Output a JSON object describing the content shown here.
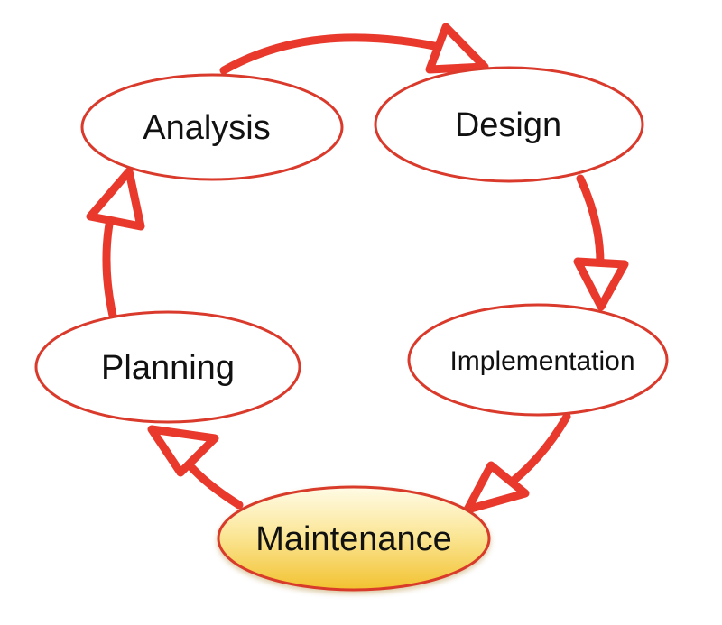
{
  "diagram": {
    "type": "cycle",
    "stages": [
      {
        "id": "analysis",
        "label": "Analysis",
        "highlighted": false
      },
      {
        "id": "design",
        "label": "Design",
        "highlighted": false
      },
      {
        "id": "implementation",
        "label": "Implementation",
        "highlighted": false
      },
      {
        "id": "maintenance",
        "label": "Maintenance",
        "highlighted": true
      },
      {
        "id": "planning",
        "label": "Planning",
        "highlighted": false
      }
    ],
    "flow": [
      [
        "analysis",
        "design"
      ],
      [
        "design",
        "implementation"
      ],
      [
        "implementation",
        "maintenance"
      ],
      [
        "maintenance",
        "planning"
      ],
      [
        "planning",
        "analysis"
      ]
    ]
  },
  "colors": {
    "arrow": "#e8392c",
    "node_border": "#d93a2b",
    "node_fill": "#ffffff",
    "highlight_top": "#fffbe6",
    "highlight_bottom": "#f2c230",
    "text": "#111111"
  }
}
